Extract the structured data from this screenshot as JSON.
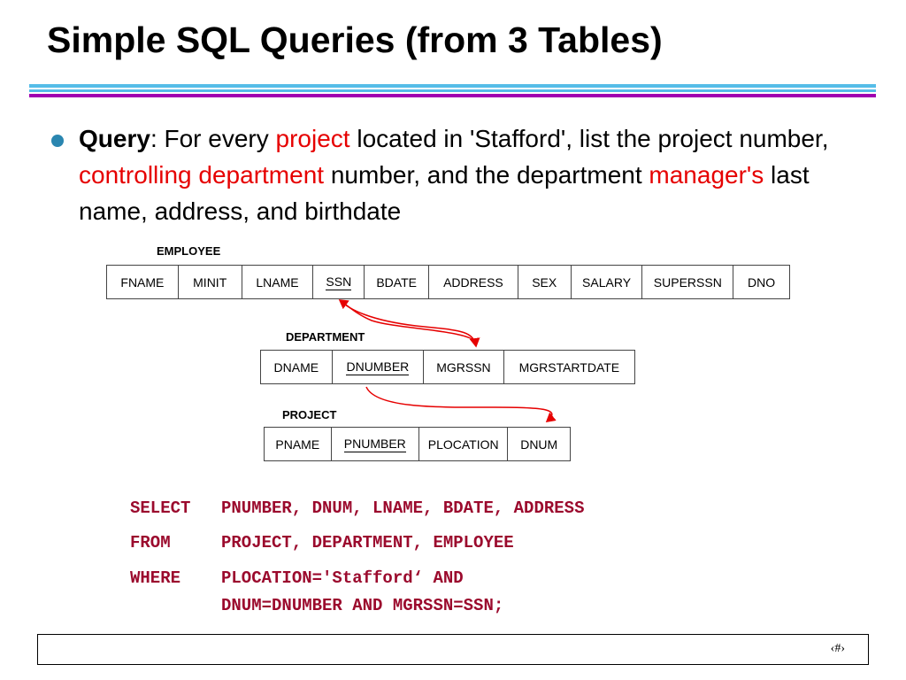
{
  "slide": {
    "title": "Simple SQL Queries (from 3 Tables)",
    "page_number": "‹#›"
  },
  "bullet": {
    "parts": [
      {
        "text": "Query",
        "style": "bold"
      },
      {
        "text": ": For every ",
        "style": "normal"
      },
      {
        "text": "project",
        "style": "red"
      },
      {
        "text": " located in 'Stafford', list the project number, ",
        "style": "normal"
      },
      {
        "text": "controlling department",
        "style": "red"
      },
      {
        "text": " number, and the department ",
        "style": "normal"
      },
      {
        "text": "manager's",
        "style": "red"
      },
      {
        "text": " last name, address, and birthdate",
        "style": "normal"
      }
    ]
  },
  "schema": {
    "employee": {
      "name": "EMPLOYEE",
      "columns": [
        "FNAME",
        "MINIT",
        "LNAME",
        "SSN",
        "BDATE",
        "ADDRESS",
        "SEX",
        "SALARY",
        "SUPERSSN",
        "DNO"
      ],
      "key": "SSN"
    },
    "department": {
      "name": "DEPARTMENT",
      "columns": [
        "DNAME",
        "DNUMBER",
        "MGRSSN",
        "MGRSTARTDATE"
      ],
      "key": "DNUMBER"
    },
    "project": {
      "name": "PROJECT",
      "columns": [
        "PNAME",
        "PNUMBER",
        "PLOCATION",
        "DNUM"
      ],
      "key": "PNUMBER"
    }
  },
  "sql": {
    "lines": [
      {
        "keyword": "SELECT",
        "text": "PNUMBER, DNUM, LNAME, BDATE, ADDRESS"
      },
      {
        "keyword": "FROM",
        "text": "PROJECT, DEPARTMENT, EMPLOYEE"
      },
      {
        "keyword": "WHERE",
        "text": "PLOCATION='Stafford‘ AND"
      },
      {
        "keyword": "",
        "text": "DNUM=DNUMBER AND MGRSSN=SSN;"
      }
    ]
  },
  "colors": {
    "highlight": "#e60000",
    "sql": "#9b0a2d",
    "rule_blue": "#55bde8",
    "rule_purple": "#a000b0",
    "bullet": "#2a86b0",
    "arrow": "#e60000"
  }
}
